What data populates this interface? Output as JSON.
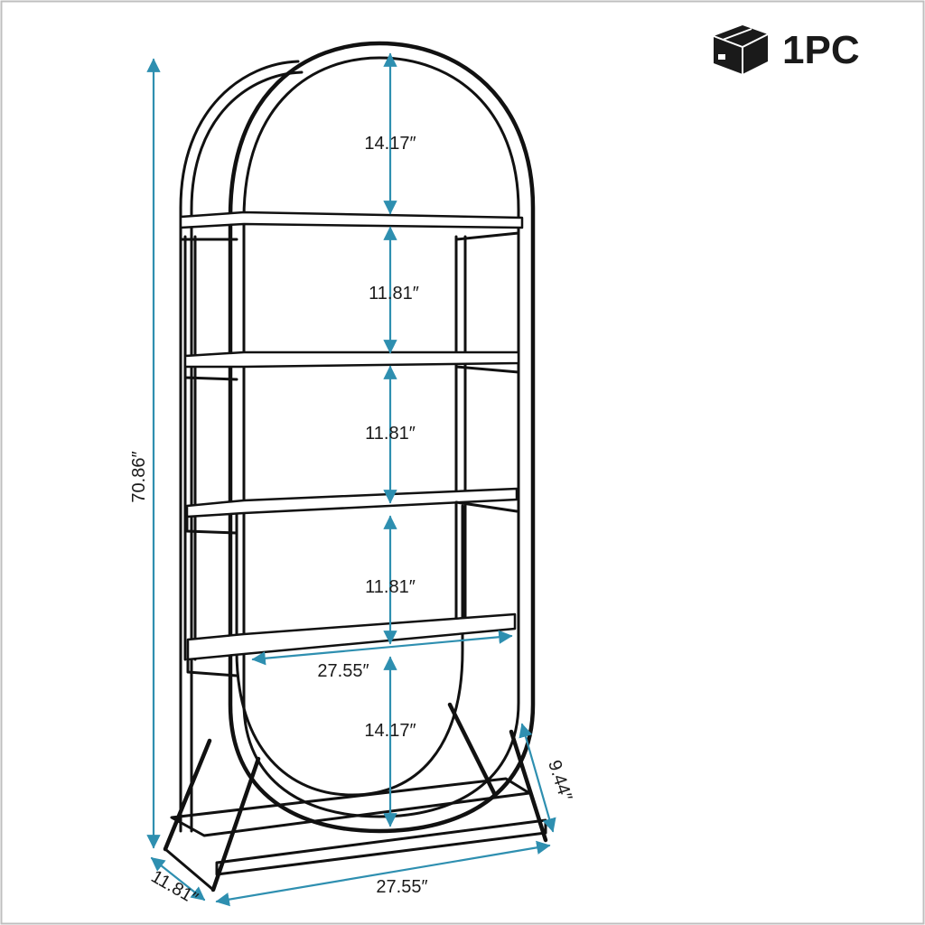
{
  "badge": {
    "icon": "package-box-icon",
    "quantity_label": "1PC"
  },
  "dimensions": {
    "total_height": "70.86″",
    "top_section": "14.17″",
    "shelf_gap_1": "11.81″",
    "shelf_gap_2": "11.81″",
    "shelf_gap_3": "11.81″",
    "bottom_section": "14.17″",
    "shelf_width": "27.55″",
    "base_width": "27.55″",
    "base_depth_left": "11.81″",
    "side_depth_right": "9.44″"
  },
  "colors": {
    "dimension_line": "#2e8fb0",
    "frame": "#111111",
    "background": "#ffffff"
  }
}
